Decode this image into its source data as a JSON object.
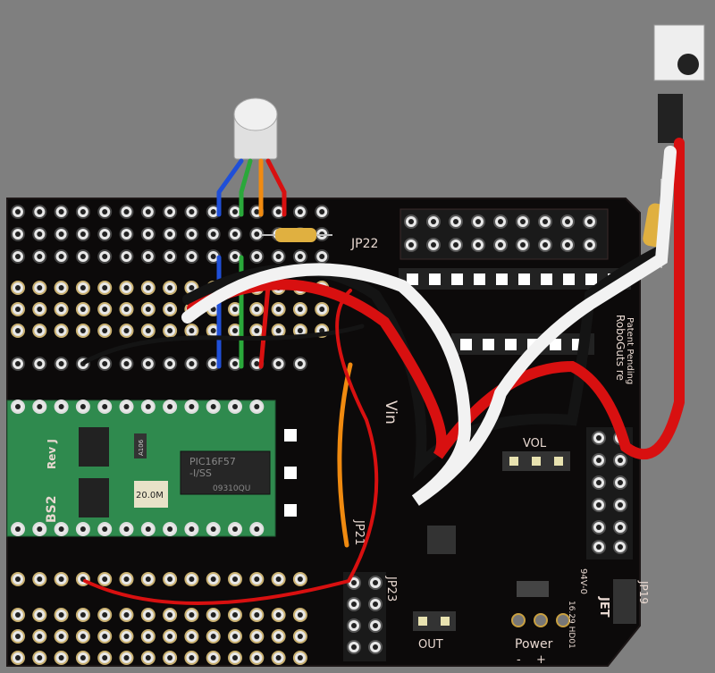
{
  "board": {
    "labels": {
      "jp22": "JP22",
      "vin": "Vin",
      "jp21": "JP21",
      "jp23": "JP23",
      "vol": "VOL",
      "out": "OUT",
      "power": "Power",
      "minus": "-",
      "plus": "+",
      "jp19": "JP19",
      "patent": "Patent Pending",
      "brand": "RoboGuts re",
      "rating": "94V-0",
      "maker": "JET",
      "date": "16.29 HD01"
    }
  },
  "module": {
    "name": "BS2",
    "rev": "Rev J",
    "chip": "PIC16F57",
    "chip_suffix": "-I/SS",
    "chip_code": "09310QU",
    "crystal": "20.0M",
    "part": "A106"
  },
  "colors": {
    "background": "#7f7f7f",
    "pcb": "#0c0a0a",
    "module": "#2f8a4e",
    "wire_red": "#d81010",
    "wire_white": "#f2f2f2",
    "wire_black": "#141414",
    "wire_blue": "#1f4fd8",
    "wire_green": "#2aa83a",
    "wire_orange": "#f08a10"
  }
}
